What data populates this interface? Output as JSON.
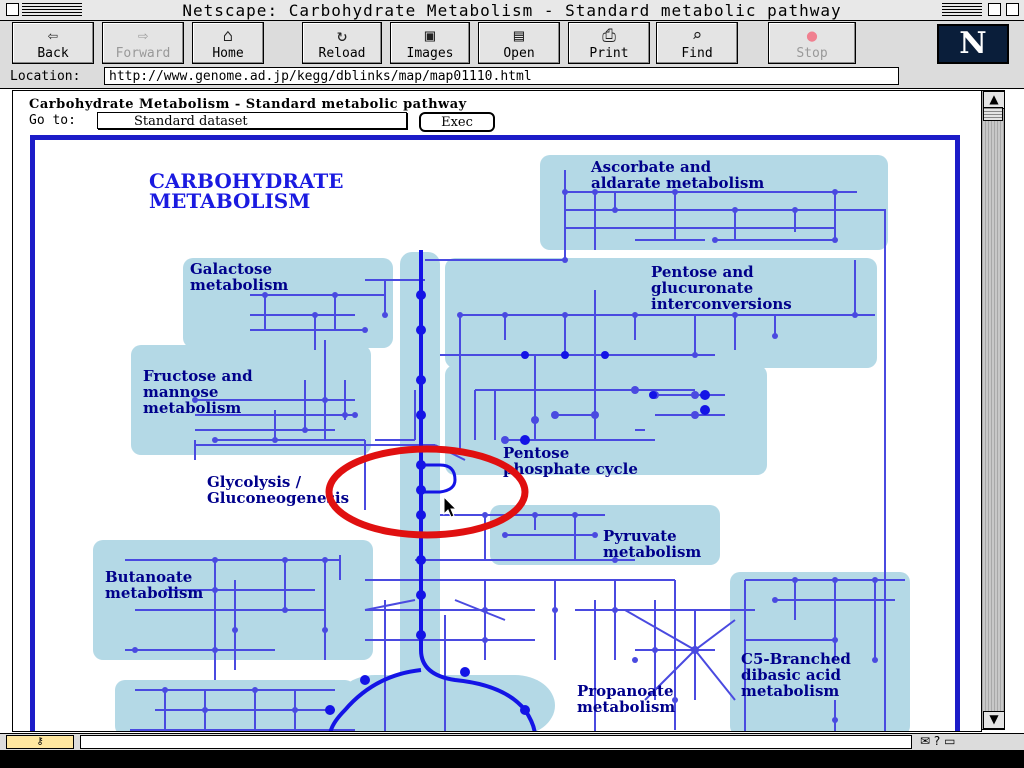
{
  "window": {
    "title": "Netscape: Carbohydrate Metabolism - Standard metabolic pathway"
  },
  "toolbar": {
    "buttons": [
      {
        "label": "Back",
        "icon": "back-arrow-icon",
        "glyph": "⇦"
      },
      {
        "label": "Forward",
        "icon": "forward-arrow-icon",
        "glyph": "⇨",
        "disabled": true
      },
      {
        "label": "Home",
        "icon": "home-icon",
        "glyph": "⌂"
      },
      {
        "label": "Reload",
        "icon": "reload-icon",
        "glyph": "↻"
      },
      {
        "label": "Images",
        "icon": "images-icon",
        "glyph": "▣"
      },
      {
        "label": "Open",
        "icon": "open-icon",
        "glyph": "▤"
      },
      {
        "label": "Print",
        "icon": "print-icon",
        "glyph": "⎙"
      },
      {
        "label": "Find",
        "icon": "find-icon",
        "glyph": "⌕"
      },
      {
        "label": "Stop",
        "icon": "stop-icon",
        "glyph": "●",
        "disabled": true
      }
    ],
    "logo": "N"
  },
  "location": {
    "label": "Location:",
    "url": "http://www.genome.ad.jp/kegg/dblinks/map/map01110.html"
  },
  "page": {
    "heading": "Carbohydrate Metabolism - Standard metabolic pathway",
    "goto_label": "Go to:",
    "goto_value": "Standard dataset",
    "exec_label": "Exec"
  },
  "map": {
    "title_line1": "CARBOHYDRATE",
    "title_line2": "METABOLISM",
    "labels": {
      "ascorbate_1": "Ascorbate and",
      "ascorbate_2": "aldarate metabolism",
      "galactose_1": "Galactose",
      "galactose_2": "metabolism",
      "pentose_gluc_1": "Pentose and",
      "pentose_gluc_2": "glucuronate",
      "pentose_gluc_3": "interconversions",
      "fructose_1": "Fructose and",
      "fructose_2": "mannose",
      "fructose_3": "metabolism",
      "ppp_1": "Pentose",
      "ppp_2": "phosphate cycle",
      "glycolysis_1": "Glycolysis /",
      "glycolysis_2": "Gluconeogenesis",
      "pyruvate_1": "Pyruvate",
      "pyruvate_2": "metabolism",
      "butanoate_1": "Butanoate",
      "butanoate_2": "metabolism",
      "c5_1": "C5-Branched",
      "c5_2": "dibasic acid",
      "c5_3": "metabolism",
      "propanoate_1": "Propanoate",
      "propanoate_2": "metabolism"
    },
    "colors": {
      "region_fill": "#b4d9e6",
      "pathway": "#4a4ae0",
      "main_pathway": "#1414e6",
      "highlight_circle": "#e01010",
      "title": "#1a1ae0"
    }
  },
  "statusbar": {
    "text": ""
  }
}
